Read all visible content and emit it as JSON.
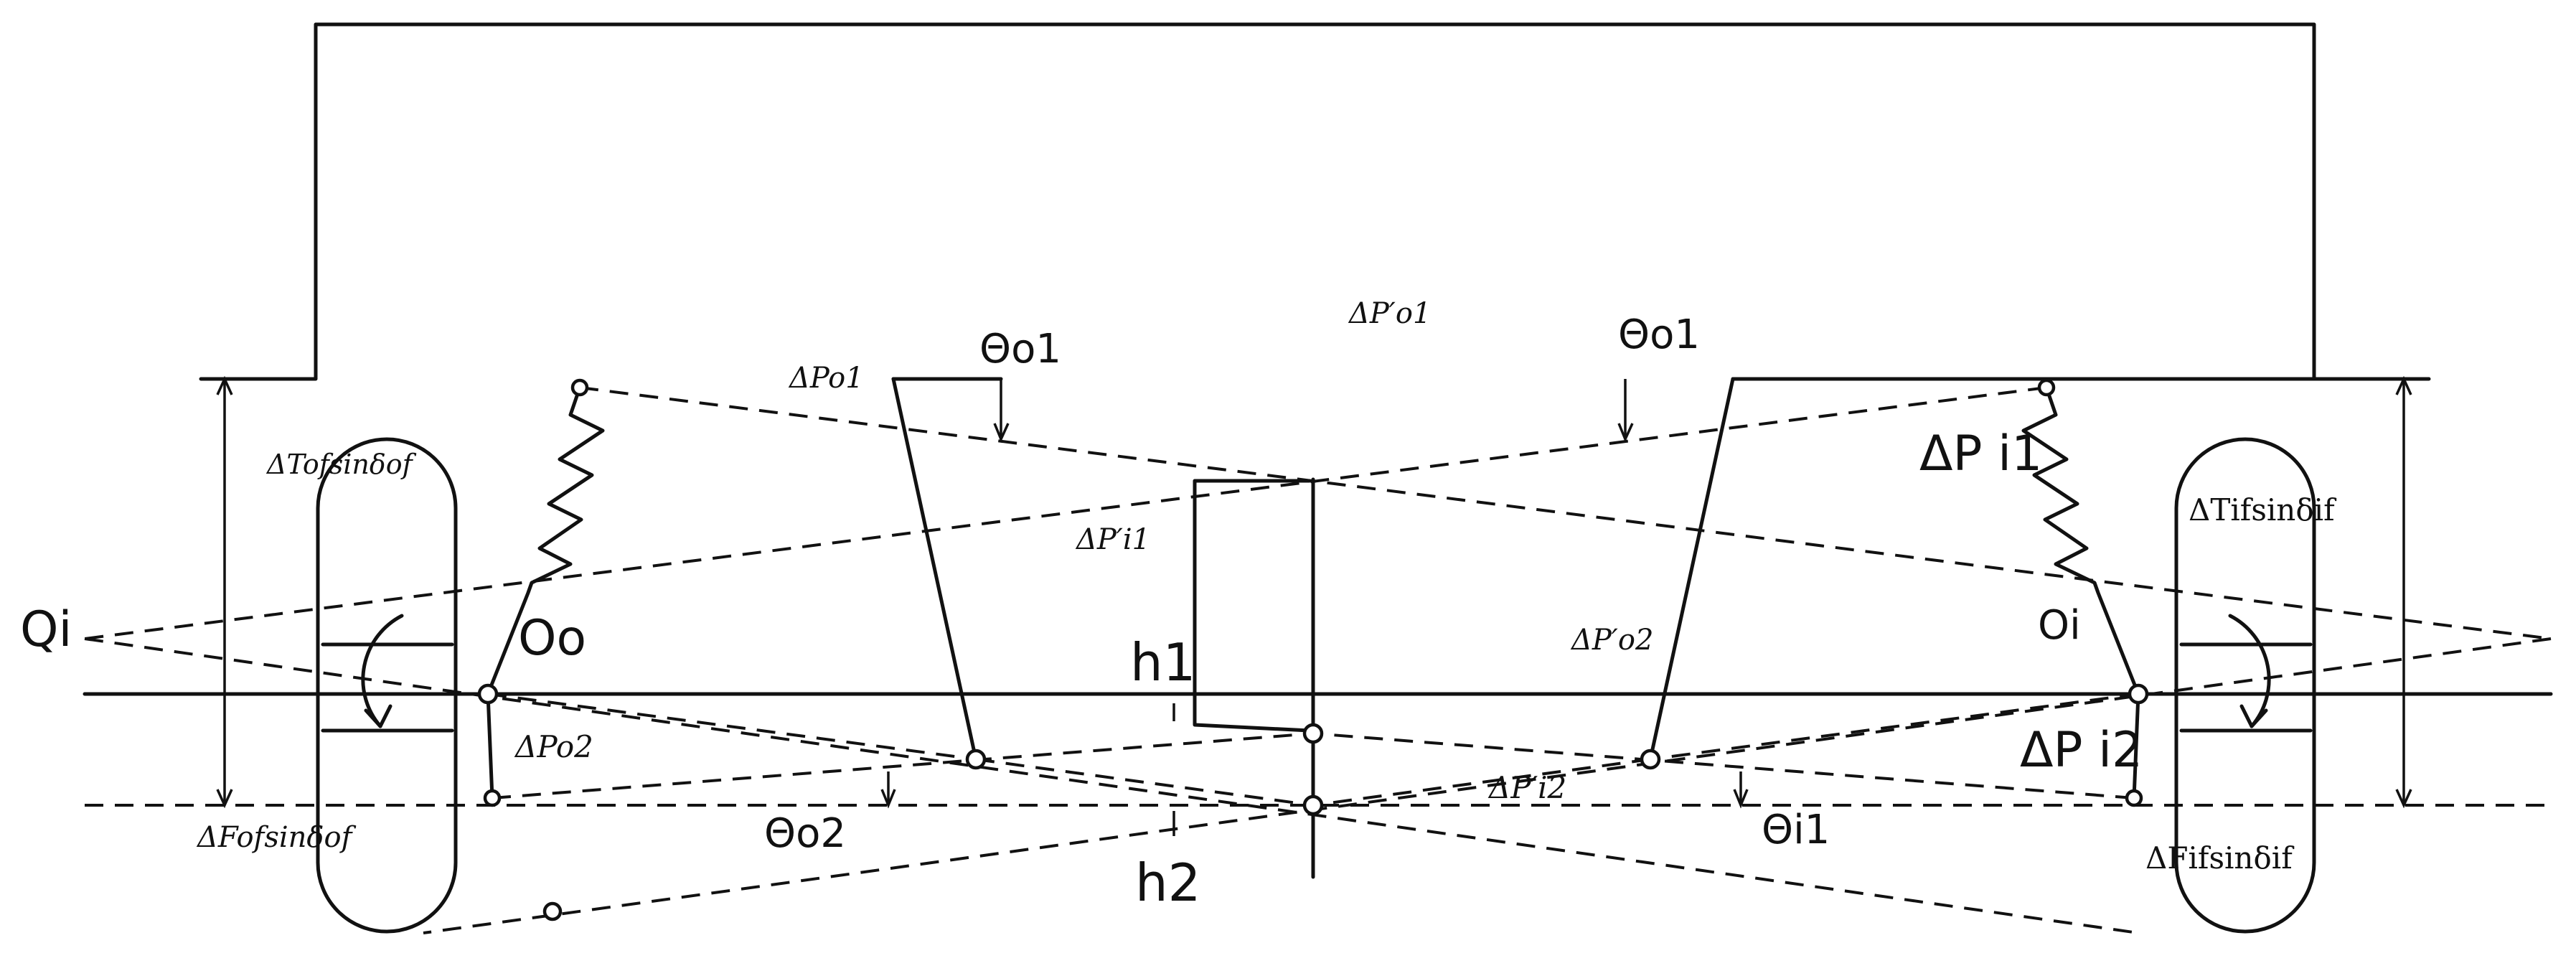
{
  "labels": {
    "delta_p_prime_o1": "ΔP′o1",
    "delta_p_o1": "ΔPo1",
    "theta_o1_left": "Θo1",
    "theta_o1_right": "Θo1",
    "delta_t_ofsin": "ΔTofsinδof",
    "delta_t_ifsin": "ΔTifsinδif",
    "delta_p_i1": "ΔP i1",
    "delta_p_prime_i1": "ΔP′i1",
    "q_i": "Qi",
    "o_o": "Oo",
    "o_i": "Oi",
    "delta_p_prime_o2": "ΔP′o2",
    "h1": "h1",
    "h2": "h2",
    "delta_p_o2": "ΔPo2",
    "delta_p_i2": "ΔP i2",
    "delta_p_prime_i2": "ΔP′i2",
    "theta_o2": "Θo2",
    "theta_i1": "Θi1",
    "delta_f_ofsin": "ΔFofsinδof",
    "delta_f_ifsin": "ΔFifsinδif"
  }
}
